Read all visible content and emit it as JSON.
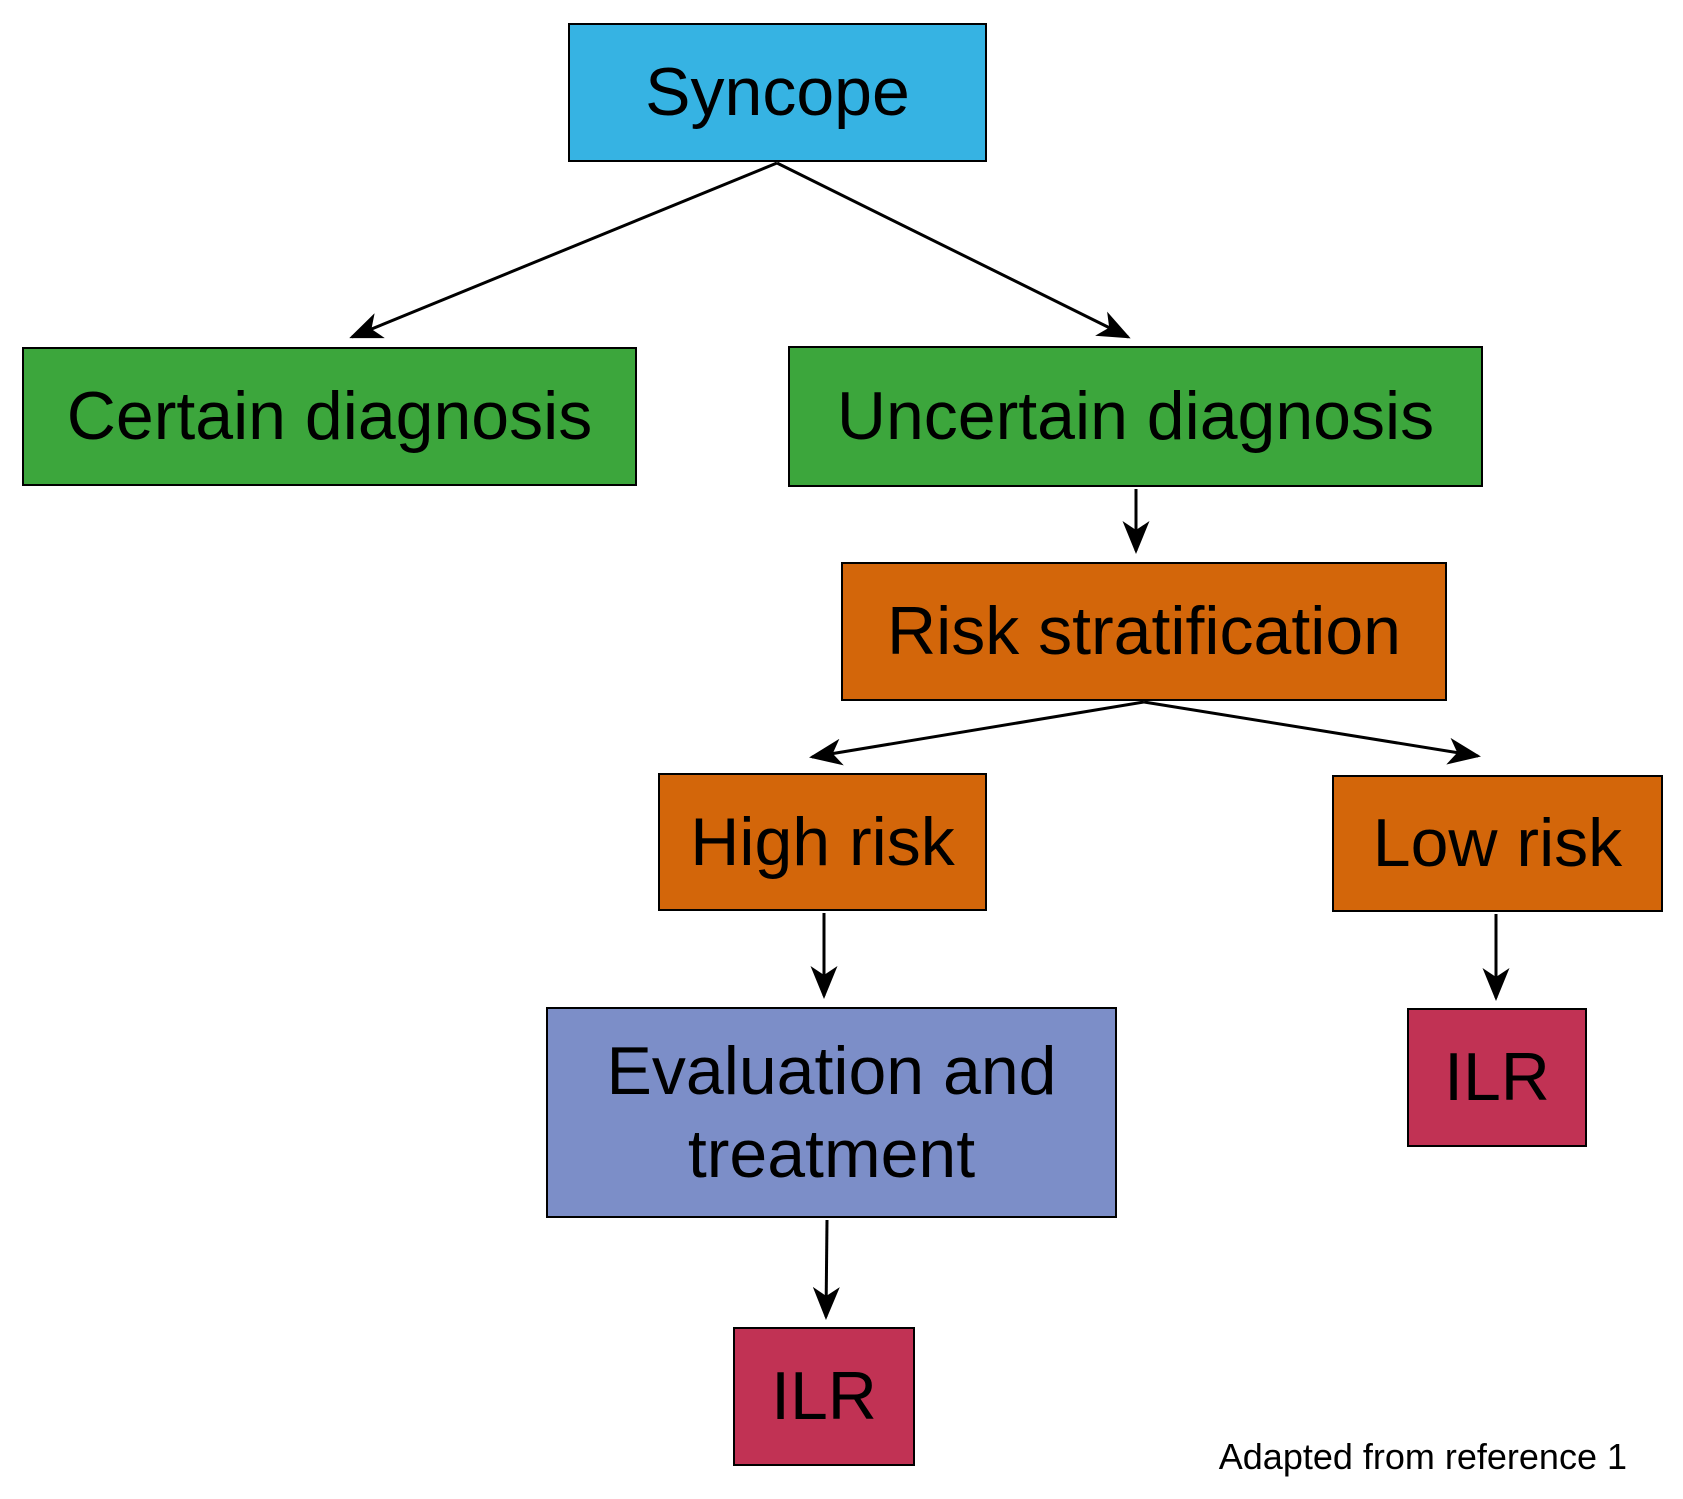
{
  "colors": {
    "background": "#ffffff",
    "text": "#000000",
    "node_border": "#000000",
    "arrow": "#000000",
    "syncope_box": "#36B3E3",
    "diagnosis_box": "#3CA63C",
    "risk_box": "#D3660A",
    "evaluation_box": "#7C8EC8",
    "ilr_box": "#C13254"
  },
  "nodes": {
    "syncope": {
      "label": "Syncope"
    },
    "certain": {
      "label": "Certain diagnosis"
    },
    "uncertain": {
      "label": "Uncertain diagnosis"
    },
    "risk": {
      "label": "Risk stratification"
    },
    "high": {
      "label": "High risk"
    },
    "low": {
      "label": "Low risk"
    },
    "evaluation": {
      "lines": [
        "Evaluation and",
        "treatment"
      ]
    },
    "ilr_high": {
      "label": "ILR"
    },
    "ilr_low": {
      "label": "ILR"
    }
  },
  "edges": [
    {
      "from": "Syncope",
      "to": "Certain diagnosis"
    },
    {
      "from": "Syncope",
      "to": "Uncertain diagnosis"
    },
    {
      "from": "Uncertain diagnosis",
      "to": "Risk stratification"
    },
    {
      "from": "Risk stratification",
      "to": "High risk"
    },
    {
      "from": "Risk stratification",
      "to": "Low risk"
    },
    {
      "from": "High risk",
      "to": "Evaluation and treatment"
    },
    {
      "from": "Evaluation and treatment",
      "to": "ILR"
    },
    {
      "from": "Low risk",
      "to": "ILR"
    }
  ],
  "caption": {
    "text": "Adapted from reference 1"
  }
}
